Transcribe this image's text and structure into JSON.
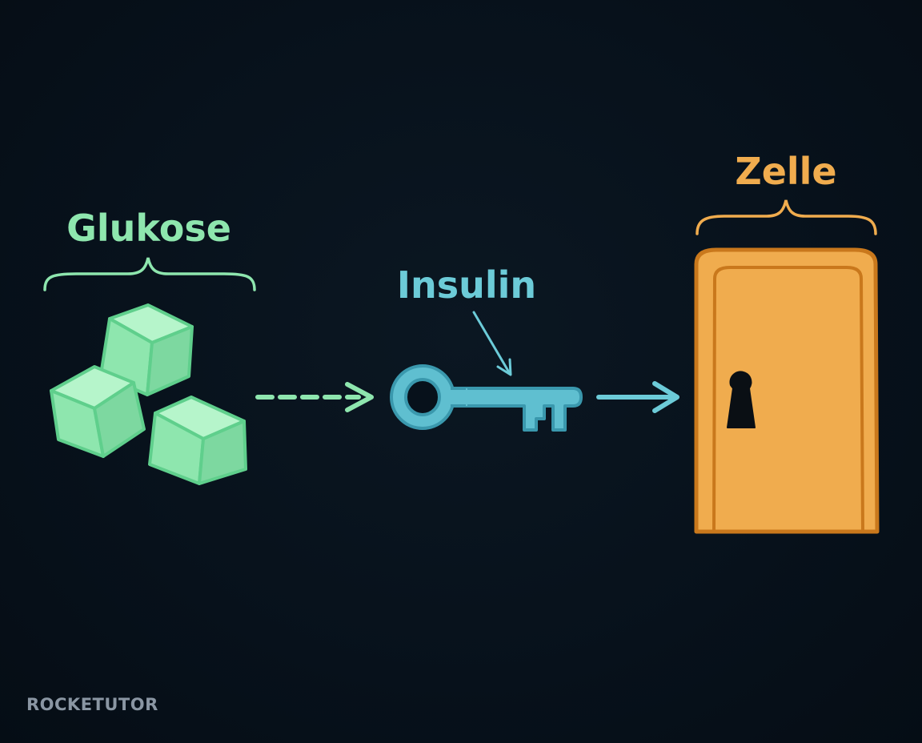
{
  "labels": {
    "glucose": "Glukose",
    "insulin": "Insulin",
    "cell": "Zelle"
  },
  "watermark": "ROCKETUTOR",
  "colors": {
    "background": "#07111b",
    "glucose": "#8ee6ae",
    "glucose_stroke": "#5fcf8c",
    "insulin": "#6ccbd8",
    "insulin_stroke": "#4aa9bb",
    "cell": "#f0ac4e",
    "cell_stroke": "#c9781c",
    "keyhole": "#0a0f14"
  }
}
